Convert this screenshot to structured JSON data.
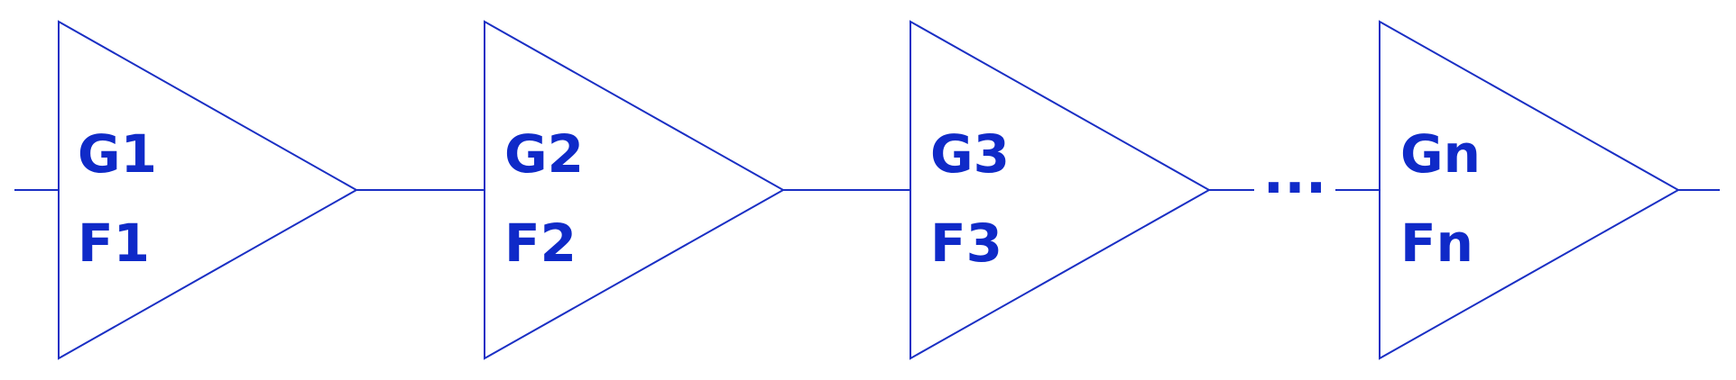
{
  "diagram": {
    "colors": {
      "stroke": "#1a2fc4",
      "text": "#0f2ac8"
    },
    "stages": [
      {
        "gain": "G1",
        "noise_figure": "F1"
      },
      {
        "gain": "G2",
        "noise_figure": "F2"
      },
      {
        "gain": "G3",
        "noise_figure": "F3"
      },
      {
        "gain": "Gn",
        "noise_figure": "Fn"
      }
    ],
    "ellipsis": "..."
  }
}
